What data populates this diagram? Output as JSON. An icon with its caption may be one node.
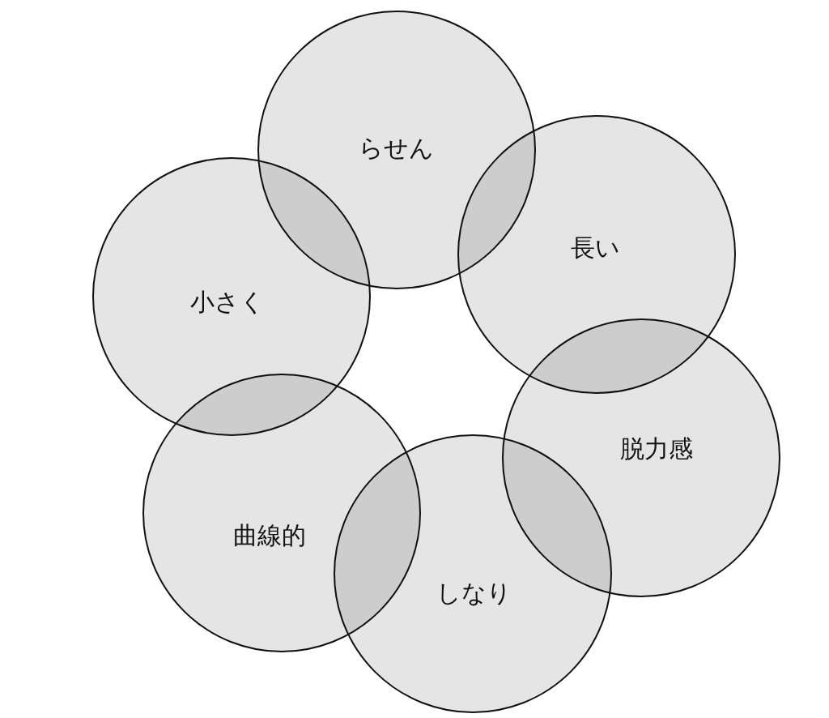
{
  "diagram": {
    "nodes": [
      {
        "text": [
          "らせん"
        ]
      },
      {
        "text": [
          "長い"
        ]
      },
      {
        "text": [
          "脱力感"
        ]
      },
      {
        "text": [
          "しなり"
        ]
      },
      {
        "text": [
          "曲線的"
        ]
      },
      {
        "text": [
          "小さく"
        ]
      }
    ],
    "edges": []
  }
}
